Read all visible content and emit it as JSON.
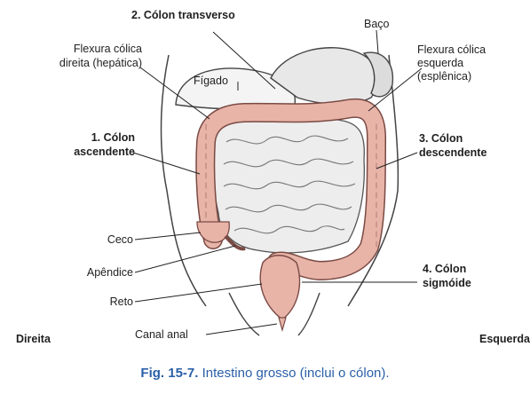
{
  "labels": {
    "transverse": "2. Cólon transverso",
    "spleen": "Baço",
    "right_flexure_1": "Flexura cólica",
    "right_flexure_2": "direita (hepática)",
    "liver": "Fígado",
    "left_flexure_1": "Flexura cólica",
    "left_flexure_2": "esquerda",
    "left_flexure_3": "(esplênica)",
    "ascending_1": "1. Cólon",
    "ascending_2": "ascendente",
    "descending_1": "3. Cólon",
    "descending_2": "descendente",
    "cecum": "Ceco",
    "appendix": "Apêndice",
    "rectum": "Reto",
    "sigmoid_1": "4. Cólon",
    "sigmoid_2": "sigmóide",
    "anal_canal": "Canal anal",
    "right_side": "Direita",
    "left_side": "Esquerda"
  },
  "caption": {
    "fig": "Fig. 15-7.",
    "text": "Intestino grosso (inclui o cólon)."
  },
  "colors": {
    "colon": "#e8b4a8",
    "colon_stroke": "#7a4a44",
    "intestine": "#ededed",
    "outline": "#333333",
    "caption": "#2a5fa8"
  }
}
